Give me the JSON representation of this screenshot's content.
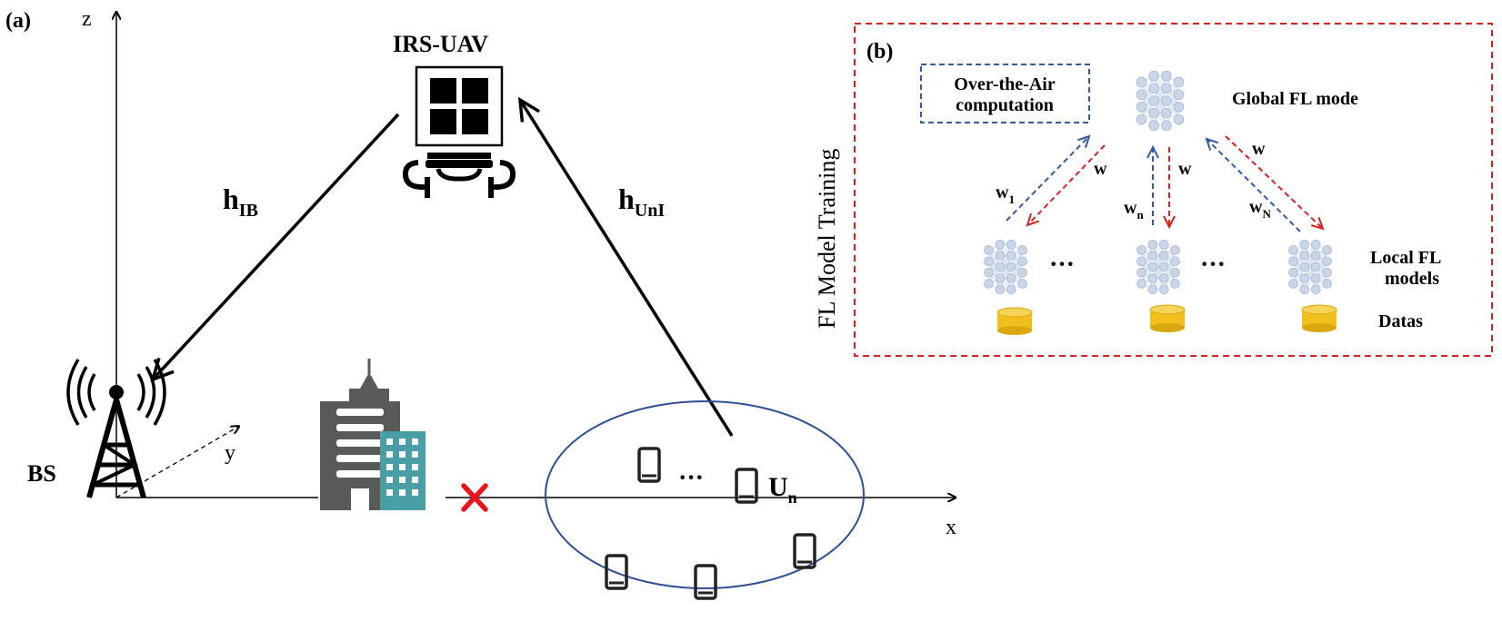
{
  "panel_a": {
    "label": "(a)",
    "axes": {
      "z": "z",
      "y": "y",
      "x": "x"
    },
    "uav_label": "IRS-UAV",
    "bs_label": "BS",
    "channel_ib": {
      "main": "h",
      "sub": "IB"
    },
    "channel_uni": {
      "main": "h",
      "sub": "UnI"
    },
    "user_label": {
      "main": "U",
      "sub": "n"
    },
    "user_ellipsis": "···",
    "blocked_mark": "✕"
  },
  "panel_b": {
    "label": "(b)",
    "side_title": "FL Model Training",
    "ota_line1": "Over-the-Air",
    "ota_line2": "computation",
    "global_label": "Global FL mode",
    "local_label_line1": "Local FL",
    "local_label_line2": "models",
    "data_label": "Datas",
    "dots": "···",
    "w_left": "w",
    "w_mid": "w",
    "w_right": "w",
    "w1": {
      "main": "w",
      "sub": "1"
    },
    "wn": {
      "main": "w",
      "sub": "n"
    },
    "wN": {
      "main": "w",
      "sub": "N"
    }
  },
  "colors": {
    "downlink_red": "#d42020",
    "uplink_blue": "#34599c",
    "ellipse_blue": "#2f4f92",
    "building_gray": "#5a5a5a",
    "building_teal": "#4a9ea6",
    "database_gold": "#f2bf1c",
    "blocked_red": "#e8141c",
    "nn_node": "#c9d6e8"
  }
}
